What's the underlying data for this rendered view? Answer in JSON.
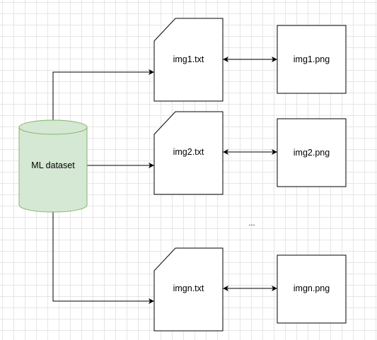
{
  "colors": {
    "stroke": "#000000",
    "cylinder_fill": "#d5e8d4",
    "cylinder_stroke": "#82b366",
    "grid": "#e6e6e6"
  },
  "diagram": {
    "dataset": {
      "label": "ML dataset"
    },
    "pairs": [
      {
        "text_file": "img1.txt",
        "image_file": "img1.png"
      },
      {
        "text_file": "img2.txt",
        "image_file": "img2.png"
      },
      {
        "text_file": "imgn.txt",
        "image_file": "imgn.png"
      }
    ],
    "ellipsis": "..."
  }
}
